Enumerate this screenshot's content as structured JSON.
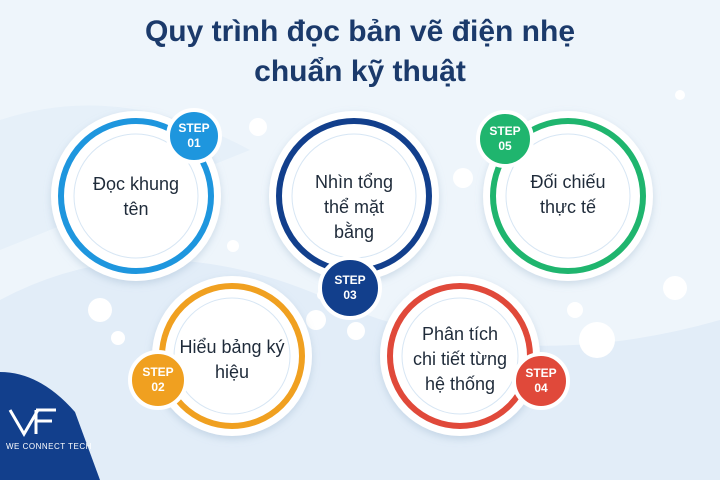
{
  "title": {
    "line1": "Quy trình đọc bản vẽ điện nhẹ",
    "line2": "chuẩn kỹ thuật"
  },
  "colors": {
    "title": "#1b3a6b",
    "step1": "#1e96de",
    "step2": "#f0a020",
    "step3": "#123f8c",
    "step4": "#e0493a",
    "step5": "#1fb56e",
    "logo_bg": "#123f8c"
  },
  "steps": [
    {
      "step_label": "STEP",
      "number": "01",
      "text_line1": "Đọc khung",
      "text_line2": "tên",
      "text_line3": ""
    },
    {
      "step_label": "STEP",
      "number": "02",
      "text_line1": "Hiểu bảng ký",
      "text_line2": "hiệu",
      "text_line3": ""
    },
    {
      "step_label": "STEP",
      "number": "03",
      "text_line1": "Nhìn tổng",
      "text_line2": "thể mặt",
      "text_line3": "bằng"
    },
    {
      "step_label": "STEP",
      "number": "04",
      "text_line1": "Phân tích",
      "text_line2": "chi tiết từng",
      "text_line3": "hệ thống"
    },
    {
      "step_label": "STEP",
      "number": "05",
      "text_line1": "Đối chiếu",
      "text_line2": "thực tế",
      "text_line3": ""
    }
  ],
  "logo": {
    "mark": "VF",
    "tagline": "WE CONNECT TECH"
  }
}
